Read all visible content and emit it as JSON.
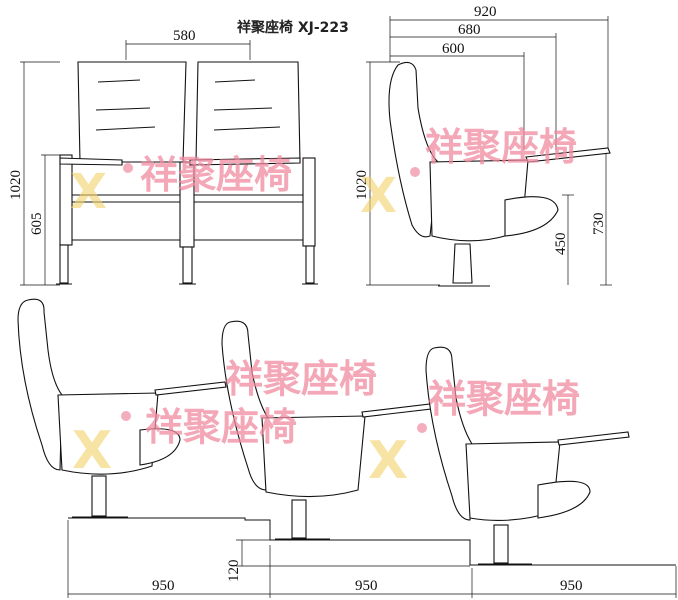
{
  "title": "祥聚座椅 XJ-223",
  "watermark": {
    "text": "祥聚座椅",
    "colors": {
      "text": "#f08aa0",
      "logo_y": "#f3d36b",
      "logo_x": "#f6df86"
    }
  },
  "front_view": {
    "width_label": "580",
    "height_label": "1020",
    "seat_height_label": "605"
  },
  "side_view": {
    "depth_labels": [
      "920",
      "680",
      "600"
    ],
    "height_label": "1020",
    "table_height_label": "730",
    "seat_height_label": "450"
  },
  "rows_view": {
    "pitch_labels": [
      "950",
      "950",
      "950"
    ],
    "step_label": "120"
  }
}
